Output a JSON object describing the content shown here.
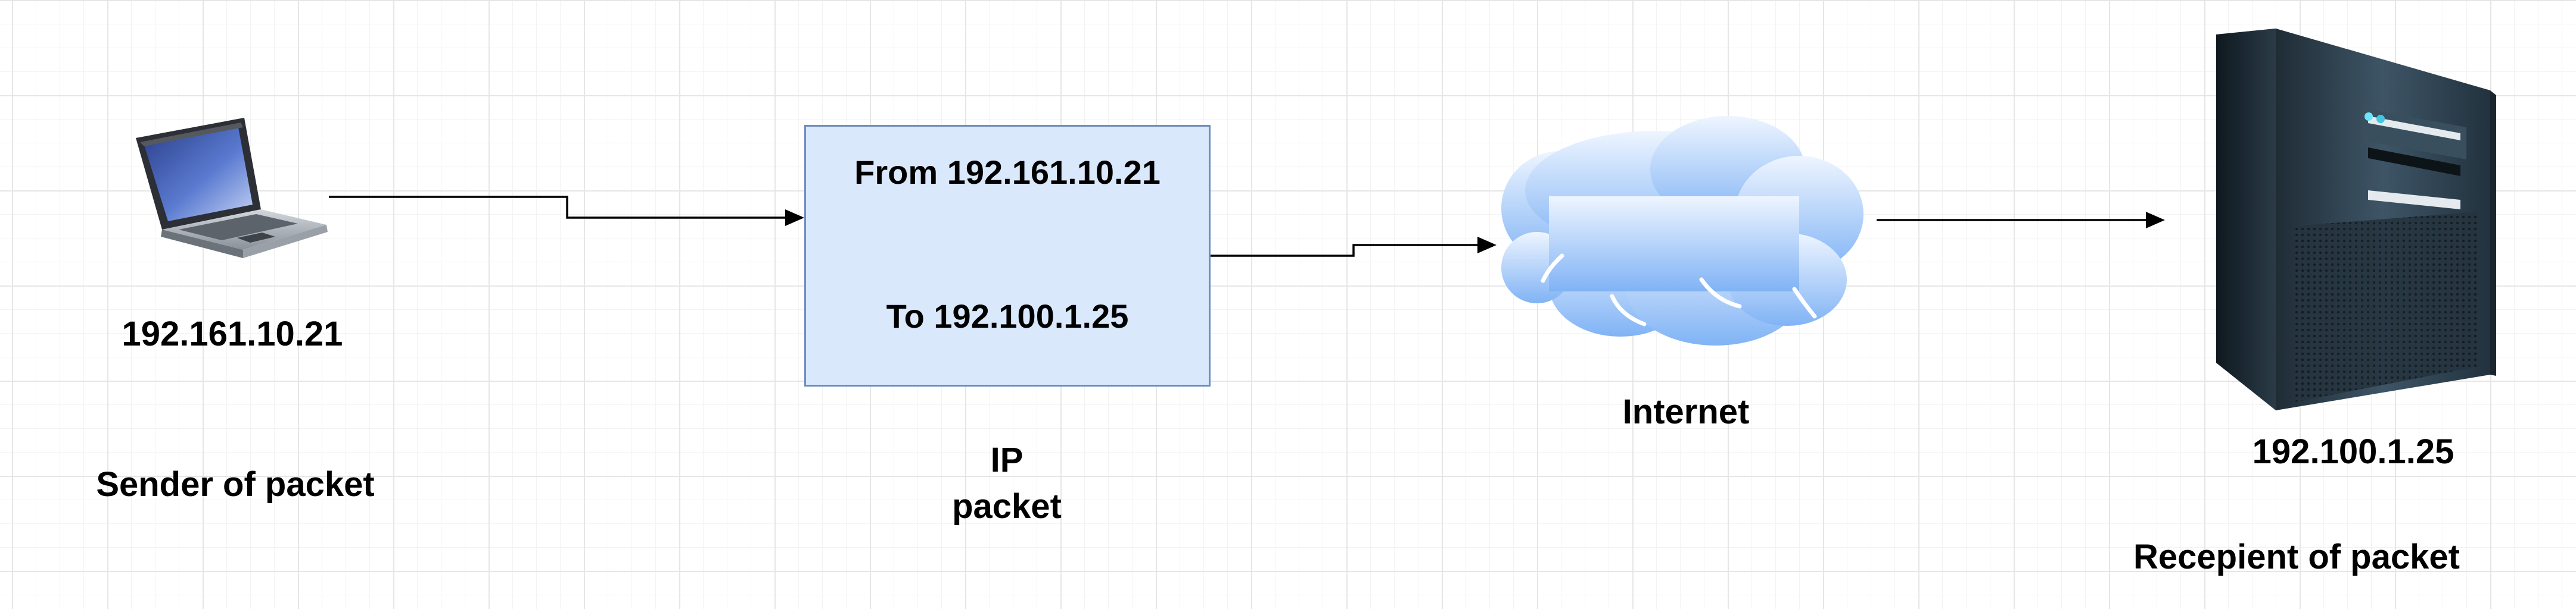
{
  "sender": {
    "ip": "192.161.10.21",
    "caption": "Sender of packet"
  },
  "packet": {
    "from_line": "From 192.161.10.21",
    "to_line": "To 192.100.1.25",
    "caption_line1": "IP",
    "caption_line2": "packet"
  },
  "network": {
    "label": "Internet"
  },
  "recipient": {
    "ip": "192.100.1.25",
    "caption": "Recepient of packet"
  },
  "colors": {
    "packet_fill": "#dae8fc",
    "packet_stroke": "#6c8ebf",
    "cloud_top": "#eef5ff",
    "cloud_bottom": "#80b3f5",
    "connector": "#000000"
  },
  "icons": {
    "sender": "laptop-icon",
    "network": "cloud-icon",
    "recipient": "server-tower-icon"
  }
}
